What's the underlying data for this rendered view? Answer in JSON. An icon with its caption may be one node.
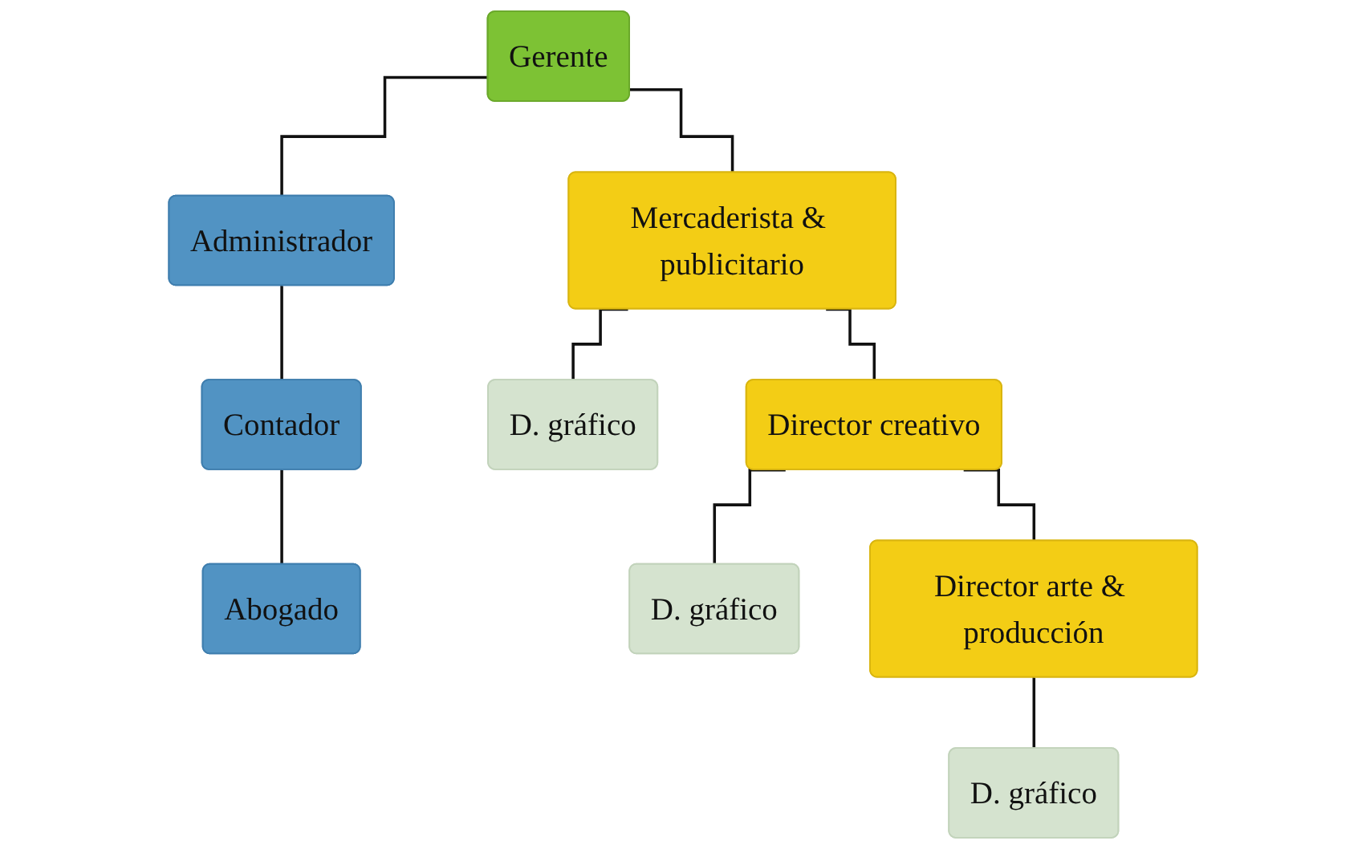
{
  "diagram": {
    "nodes": [
      {
        "text": [
          "Gerente"
        ]
      },
      {
        "text": [
          "Administrador"
        ]
      },
      {
        "text": [
          "Contador"
        ]
      },
      {
        "text": [
          "Abogado"
        ]
      },
      {
        "text": [
          "Mercaderista & publicitario"
        ]
      },
      {
        "text": [
          "D. gráfico"
        ]
      },
      {
        "text": [
          "Director creativo"
        ]
      },
      {
        "text": [
          "D. gráfico"
        ]
      },
      {
        "text": [
          "Director arte & producción"
        ]
      },
      {
        "text": [
          "D. gráfico"
        ]
      }
    ],
    "edges": [
      {
        "from": 0,
        "to": 1,
        "arrow": "none"
      },
      {
        "from": 0,
        "to": 4,
        "arrow": "none"
      },
      {
        "from": 1,
        "to": 2,
        "arrow": "none"
      },
      {
        "from": 2,
        "to": 3,
        "arrow": "none"
      },
      {
        "from": 4,
        "to": 6,
        "arrow": "none"
      },
      {
        "from": 6,
        "to": 8,
        "arrow": "none"
      },
      {
        "from": 4,
        "to": 5,
        "arrow": "none"
      },
      {
        "from": 6,
        "to": 7,
        "arrow": "none"
      },
      {
        "from": 8,
        "to": 9,
        "arrow": "none"
      }
    ]
  }
}
